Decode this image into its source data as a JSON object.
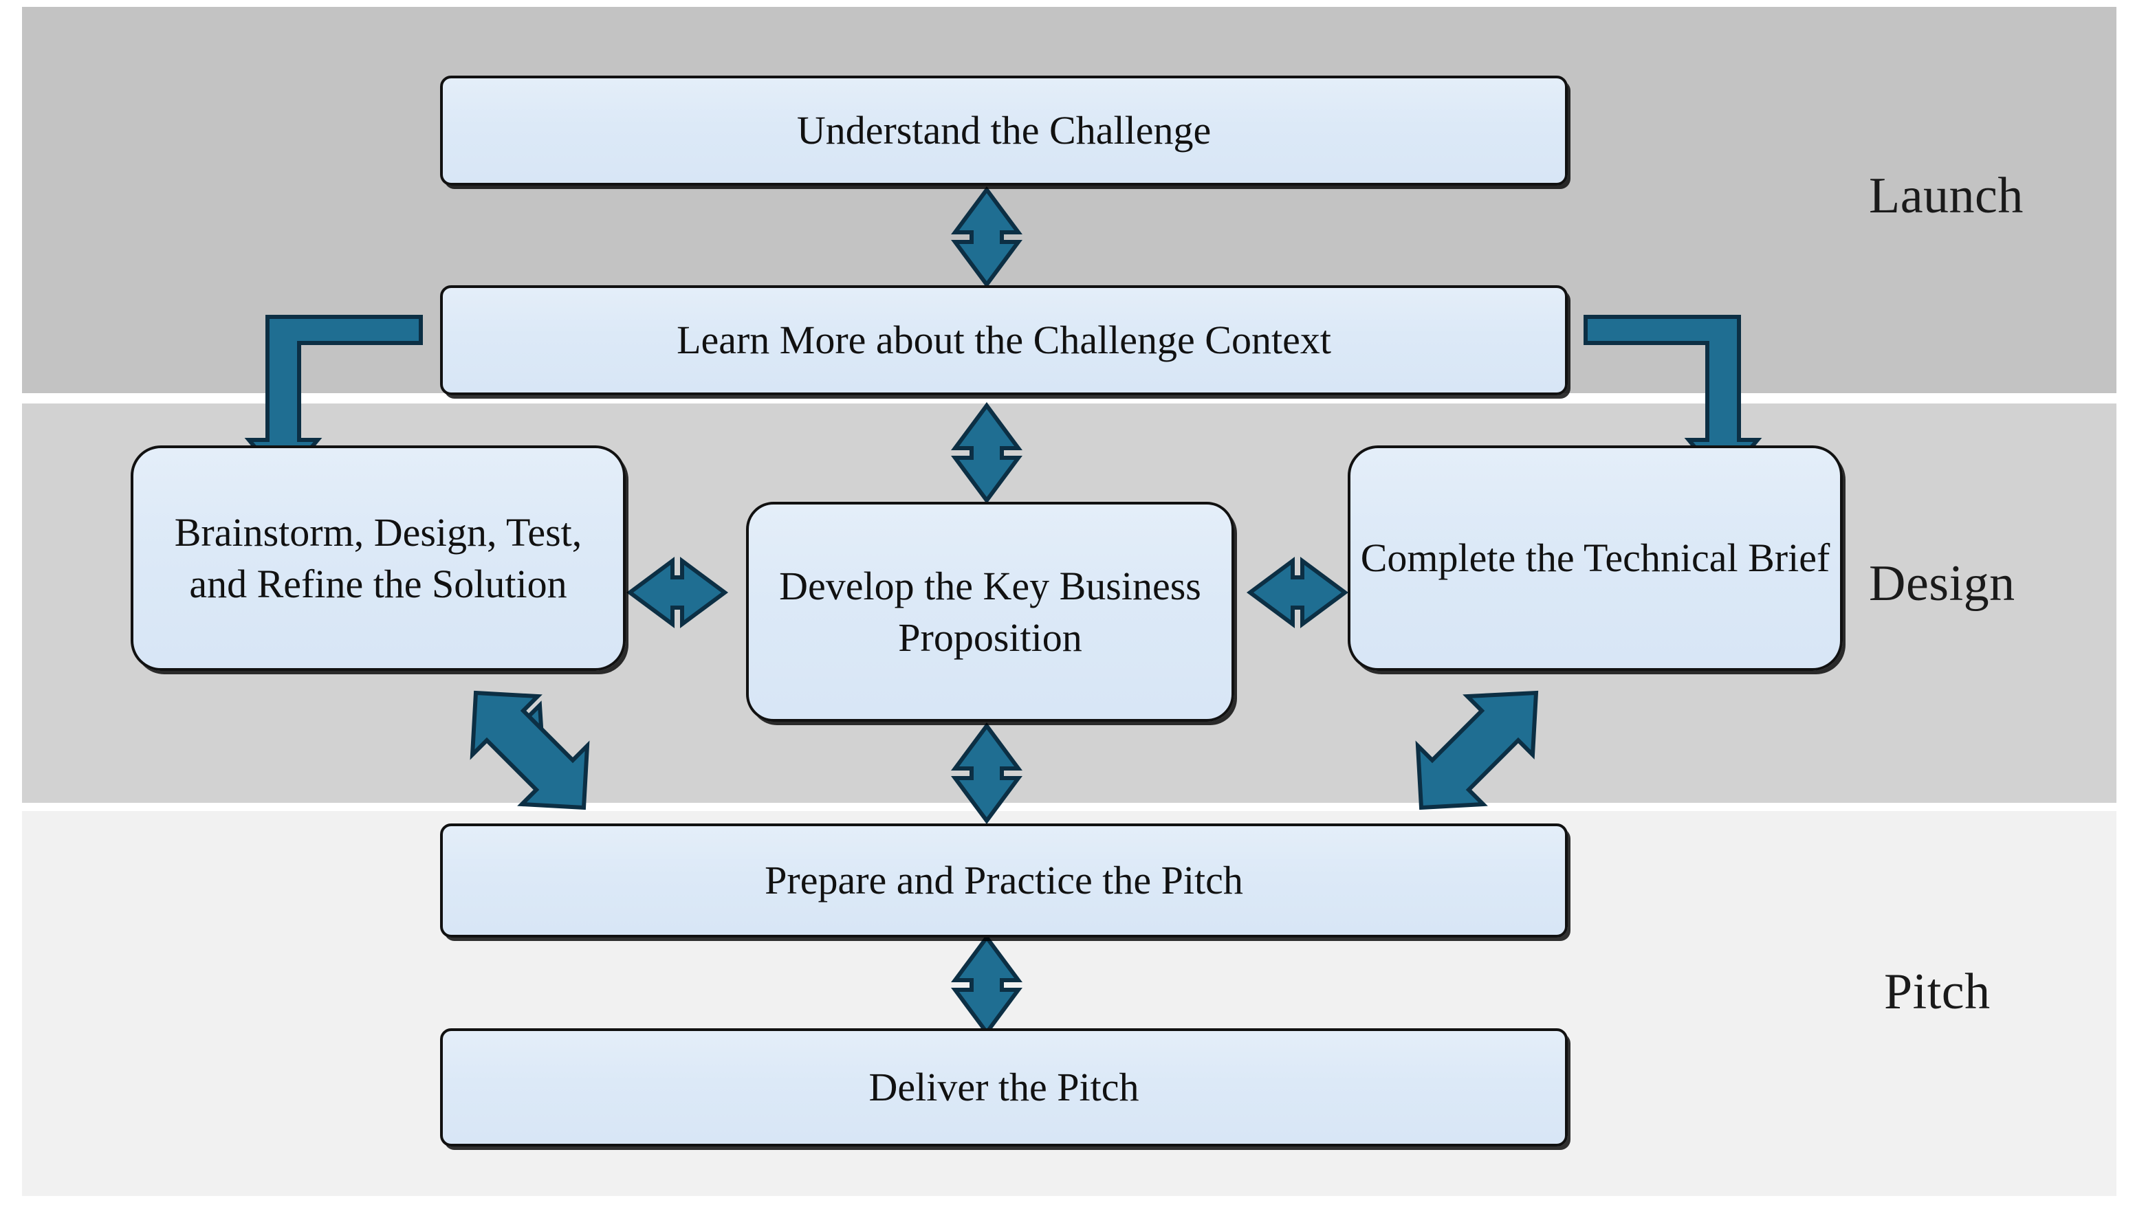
{
  "diagram": {
    "title": "Challenge Process Swimlane Flowchart",
    "palette": {
      "band_launch_bg": "#C3C3C3",
      "band_design_bg": "#D2D2D2",
      "band_pitch_bg": "#F1F1F1",
      "node_fill": "#DCE9F7",
      "node_border": "#111111",
      "arrow_fill": "#1F6E92",
      "arrow_stroke": "#0C2F44",
      "text": "#111111"
    },
    "bands": [
      {
        "id": "launch",
        "label": "Launch"
      },
      {
        "id": "design",
        "label": "Design"
      },
      {
        "id": "pitch",
        "label": "Pitch"
      }
    ],
    "nodes": [
      {
        "id": "understand-challenge",
        "label": "Understand the Challenge",
        "band": "launch"
      },
      {
        "id": "learn-more-context",
        "label": "Learn More about the Challenge Context",
        "band": "launch"
      },
      {
        "id": "brainstorm-refine",
        "label": "Brainstorm, Design, Test, and Refine the Solution",
        "band": "design"
      },
      {
        "id": "develop-key-bizprop",
        "label": "Develop the Key Business Proposition",
        "band": "design"
      },
      {
        "id": "complete-tech-brief",
        "label": "Complete the Technical Brief",
        "band": "design"
      },
      {
        "id": "prepare-practice-pitch",
        "label": "Prepare and Practice the Pitch",
        "band": "pitch"
      },
      {
        "id": "deliver-pitch",
        "label": "Deliver the Pitch",
        "band": "pitch"
      }
    ],
    "connectors": [
      {
        "id": "c1",
        "from": "understand-challenge",
        "to": "learn-more-context",
        "kind": "vertical-double-arrow"
      },
      {
        "id": "c2",
        "from": "learn-more-context",
        "to": "brainstorm-refine",
        "kind": "elbow-double-arrow-left"
      },
      {
        "id": "c3",
        "from": "learn-more-context",
        "to": "complete-tech-brief",
        "kind": "elbow-double-arrow-right"
      },
      {
        "id": "c4",
        "from": "learn-more-context",
        "to": "develop-key-bizprop",
        "kind": "vertical-double-arrow"
      },
      {
        "id": "c5",
        "from": "brainstorm-refine",
        "to": "develop-key-bizprop",
        "kind": "horizontal-double-arrow"
      },
      {
        "id": "c6",
        "from": "develop-key-bizprop",
        "to": "complete-tech-brief",
        "kind": "horizontal-double-arrow"
      },
      {
        "id": "c7",
        "from": "brainstorm-refine",
        "to": "prepare-practice-pitch",
        "kind": "diagonal-double-arrow-down-right"
      },
      {
        "id": "c8",
        "from": "develop-key-bizprop",
        "to": "prepare-practice-pitch",
        "kind": "vertical-double-arrow"
      },
      {
        "id": "c9",
        "from": "complete-tech-brief",
        "to": "prepare-practice-pitch",
        "kind": "diagonal-double-arrow-down-left"
      },
      {
        "id": "c10",
        "from": "prepare-practice-pitch",
        "to": "deliver-pitch",
        "kind": "vertical-double-arrow"
      }
    ]
  }
}
